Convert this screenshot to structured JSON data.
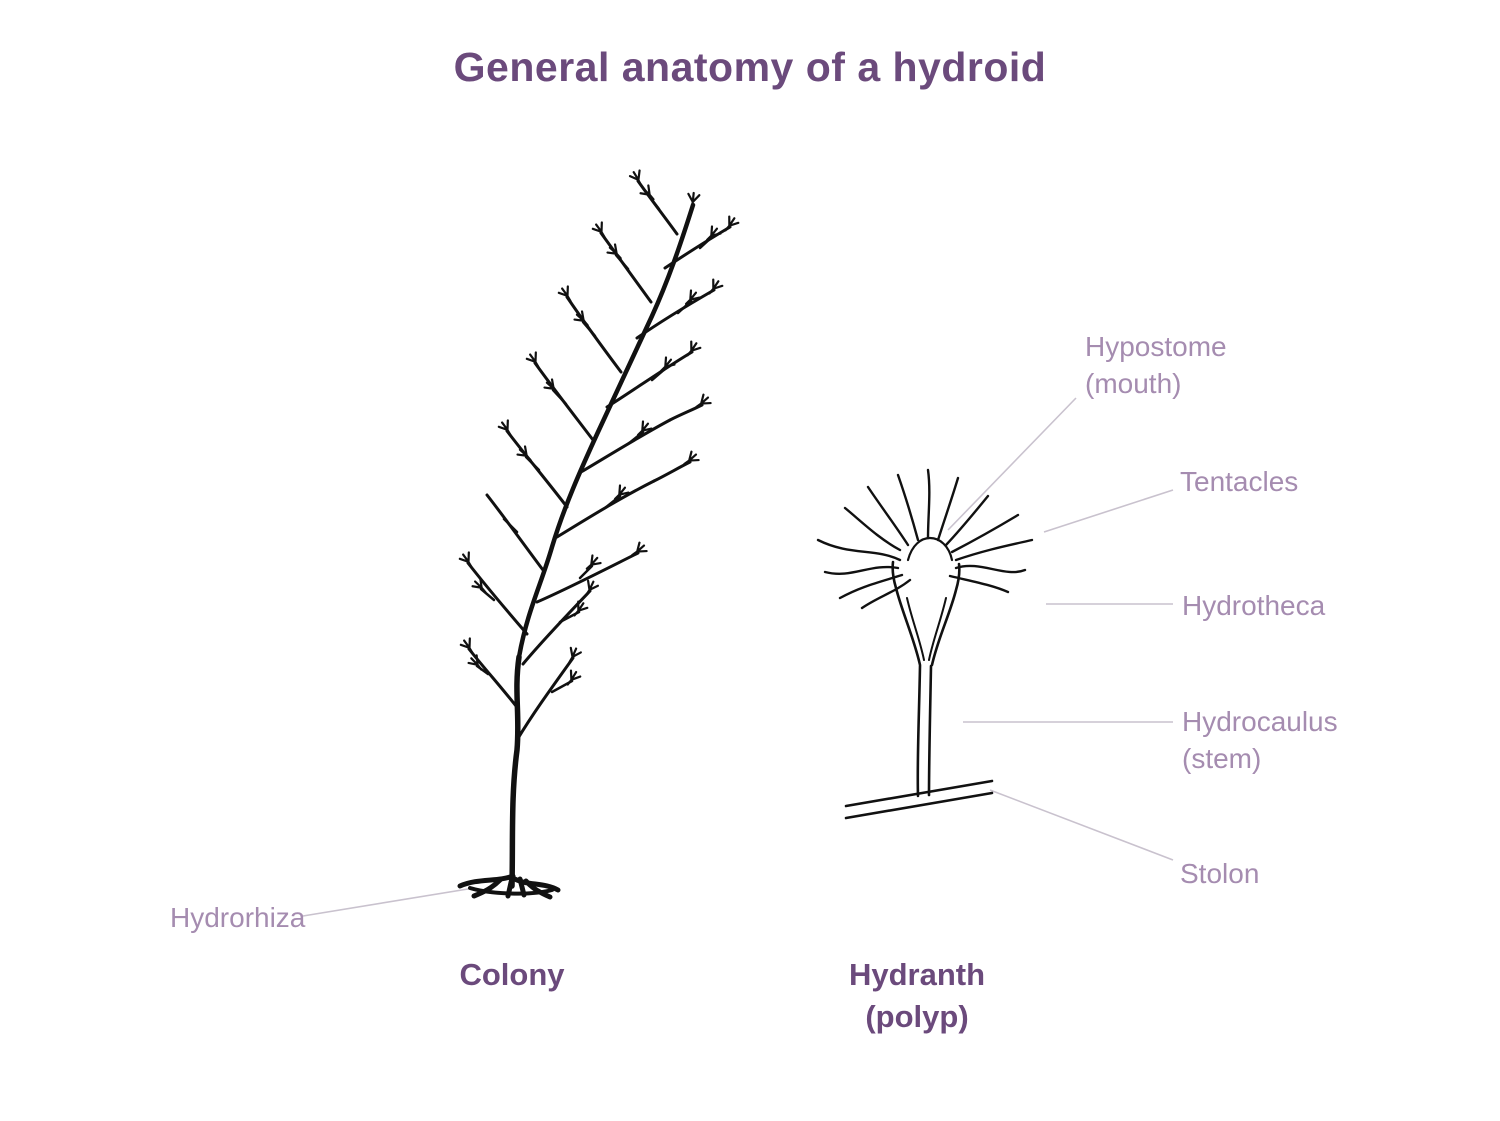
{
  "title": "General anatomy of a hydroid",
  "colors": {
    "background": "#ffffff",
    "title": "#6b4a7c",
    "captions": "#6b4a7c",
    "labels": "#a58cb0",
    "line_art": "#111111",
    "leader_lines": "#c9c2ce"
  },
  "colony": {
    "caption": "Colony",
    "labels": {
      "hydrorhiza": "Hydrorhiza"
    }
  },
  "hydranth": {
    "caption_line1": "Hydranth",
    "caption_line2": "(polyp)",
    "labels": {
      "hypostome_line1": "Hypostome",
      "hypostome_line2": "(mouth)",
      "tentacles": "Tentacles",
      "hydrotheca": "Hydrotheca",
      "hydrocaulus_line1": "Hydrocaulus",
      "hydrocaulus_line2": "(stem)",
      "stolon": "Stolon"
    }
  }
}
